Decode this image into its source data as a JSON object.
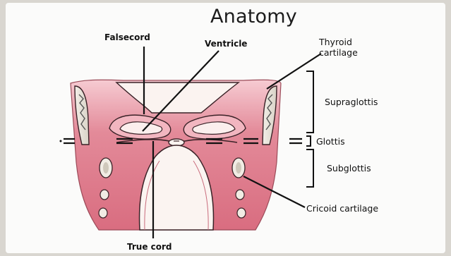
{
  "title": "Anatomy",
  "labels": {
    "falsecord": "Falsecord",
    "ventricle": "Ventricle",
    "thyroid_line1": "Thyroid",
    "thyroid_line2": "cartilage",
    "supraglottis": "Supraglottis",
    "glottis": "Glottis",
    "subglottis": "Subglottis",
    "cricoid": "Cricoid cartilage",
    "true_cord": "True cord"
  },
  "colors": {
    "tissue": "#e07e8e",
    "tissue_light": "#f4c2ca",
    "lumen": "#fbf5f2",
    "outline": "#3a2227"
  }
}
